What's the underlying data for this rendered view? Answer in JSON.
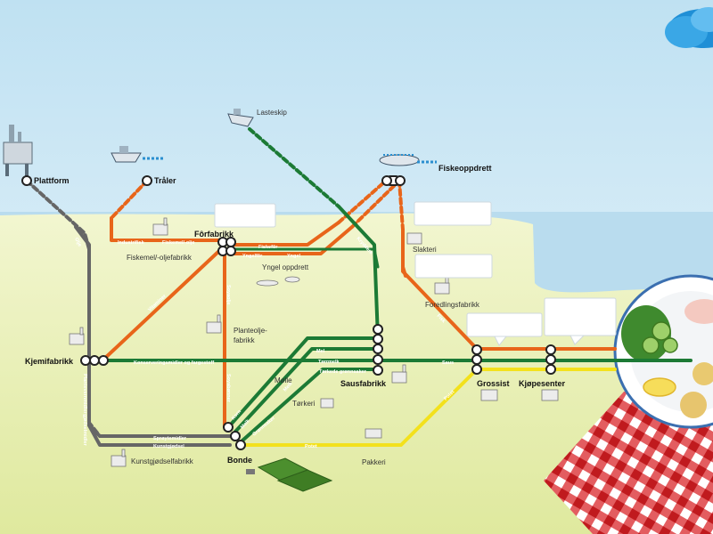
{
  "stations": {
    "plattform": "Plattform",
    "traler": "Tråler",
    "lasteskip": "Lasteskip",
    "fiskeoppdrett": "Fiskeoppdrett",
    "forfabrikk": "Fôrfabrikk",
    "fiskemel_oljefabrikk": "Fiskemel/-oljefabrikk",
    "yngel_oppdrett": "Yngel oppdrett",
    "slakteri": "Slakteri",
    "foredlingsfabrikk": "Foredlingsfabrikk",
    "planteolje": "Planteolje-",
    "planteolje2": "fabrikk",
    "kjemifabrikk": "Kjemifabrikk",
    "molle": "Mølle",
    "torkeri": "Tørkeri",
    "sausfabrikk": "Sausfabrikk",
    "grossist": "Grossist",
    "kjopesenter": "Kjøpesenter",
    "bonde": "Bonde",
    "pakkeri": "Pakkeri",
    "kunstgjodselfabrikk": "Kunstgjødselfabrikk"
  },
  "line_labels": {
    "olje": "Olje",
    "industrifisk": "Industrifisk",
    "fiskemel_olje": "Fiskemel/-olje",
    "fiskefor": "Fiskefôr",
    "yngelfor": "Yngelfôr",
    "yngel": "Yngel",
    "vitaminer": "Vitaminer",
    "soyaolje": "Soyaolje",
    "soyabonner": "Soyabønner",
    "kryddere": "Kryddere",
    "fisk": "Fisk",
    "konserveringsmidler": "Konserveringsmidler og fargestoff",
    "mel": "Mel",
    "torrmelk": "Tørrmelk",
    "torkede_gronnsaker": "Tørkede grønnsaker",
    "saus": "Saus",
    "korn": "Korn",
    "melk": "Melk",
    "gronnsaker": "Grønnsaker",
    "sproytemidler": "Sprøytemidler",
    "kunstgjodsel": "Kunstgjødsel",
    "potet": "Potet",
    "potet2": "Potet",
    "plantevern": "Plantevernmidler",
    "plantevern2": "gjødselmidler"
  },
  "colors": {
    "sky": "#e4f1f8",
    "sea": "#b6dbee",
    "land": "#e7efb4",
    "orange": "#e8651a",
    "green": "#1c7a35",
    "gray": "#666666",
    "yellow": "#f3e11c",
    "tablecloth": "#d9262a"
  }
}
